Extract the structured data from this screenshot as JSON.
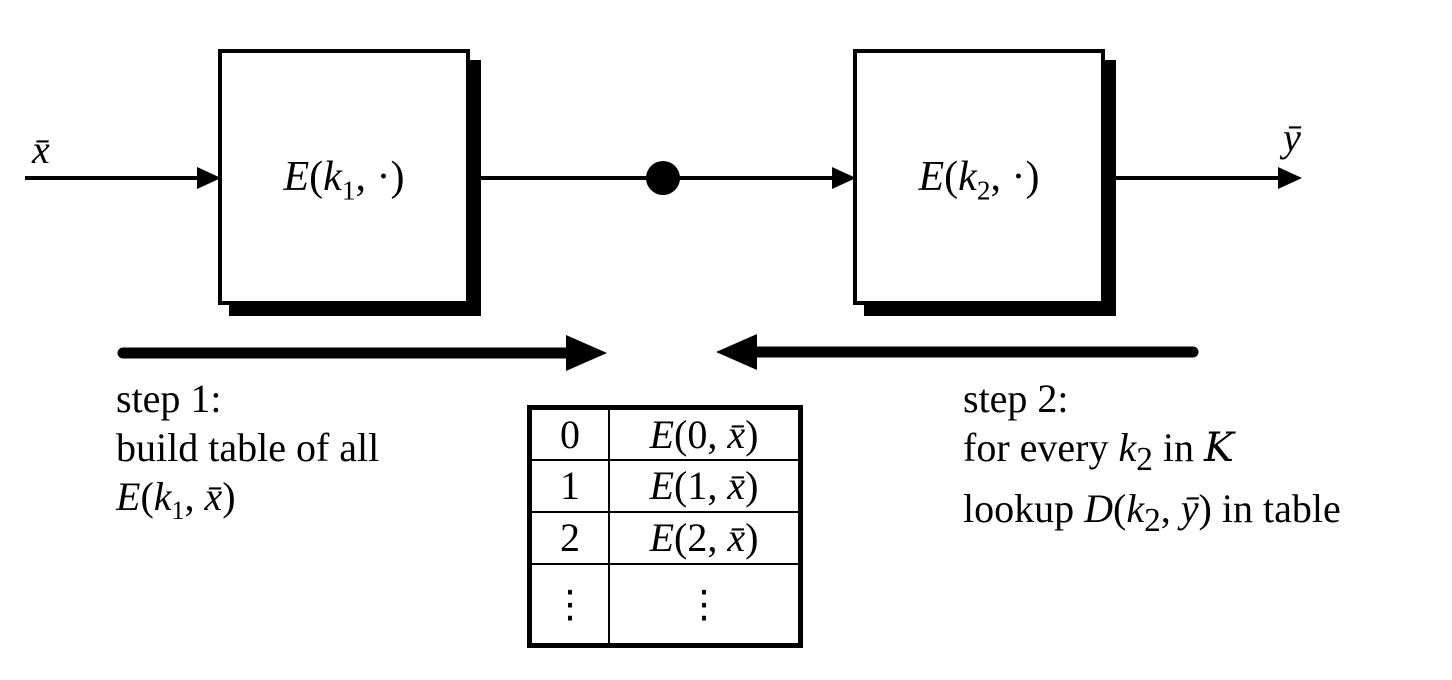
{
  "colors": {
    "ink": "#000000",
    "background": "#ffffff"
  },
  "io": {
    "input_label": "x̄",
    "output_label": "ȳ"
  },
  "boxes": [
    {
      "fn": "E",
      "open": "(",
      "key": "k",
      "sub": "1",
      "rest": ", ·)"
    },
    {
      "fn": "E",
      "open": "(",
      "key": "k",
      "sub": "2",
      "rest": ", ·)"
    }
  ],
  "step1": {
    "title": "step 1:",
    "line2": "build table of all",
    "formula": {
      "fn": "E",
      "open": "(",
      "key": "k",
      "sub": "1",
      "comma": ", ",
      "arg": "x̄",
      "close": ")"
    }
  },
  "step2": {
    "title": "step 2:",
    "line2": {
      "pre": "for every ",
      "key": "k",
      "sub": "2",
      "mid": " in ",
      "keyspace": "K"
    },
    "line3": {
      "pre": "lookup ",
      "fn": "D",
      "open": "(",
      "key": "k",
      "sub": "2",
      "comma": ", ",
      "arg": "ȳ",
      "close": ")",
      "post": " in table"
    }
  },
  "table": {
    "rows": [
      {
        "index": "0",
        "fn": "E",
        "open": "(0, ",
        "arg": "x̄",
        "close": ")"
      },
      {
        "index": "1",
        "fn": "E",
        "open": "(1, ",
        "arg": "x̄",
        "close": ")"
      },
      {
        "index": "2",
        "fn": "E",
        "open": "(2, ",
        "arg": "x̄",
        "close": ")"
      }
    ],
    "ellipsis": "⋮"
  }
}
